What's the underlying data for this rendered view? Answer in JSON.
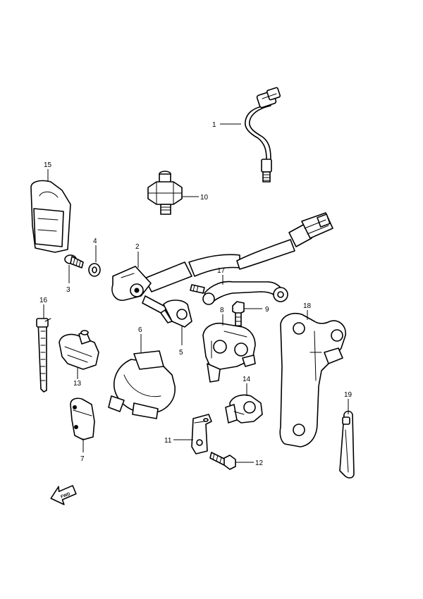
{
  "callouts": {
    "c1": "1",
    "c2": "2",
    "c3": "3",
    "c4": "4",
    "c5": "5",
    "c6": "6",
    "c7": "7",
    "c8": "8",
    "c9": "9",
    "c10": "10",
    "c11": "11",
    "c12": "12",
    "c13": "13",
    "c14": "14",
    "c15": "15",
    "c16": "16",
    "c17": "17",
    "c18": "18",
    "c19": "19"
  },
  "fwd_label": "FWD"
}
